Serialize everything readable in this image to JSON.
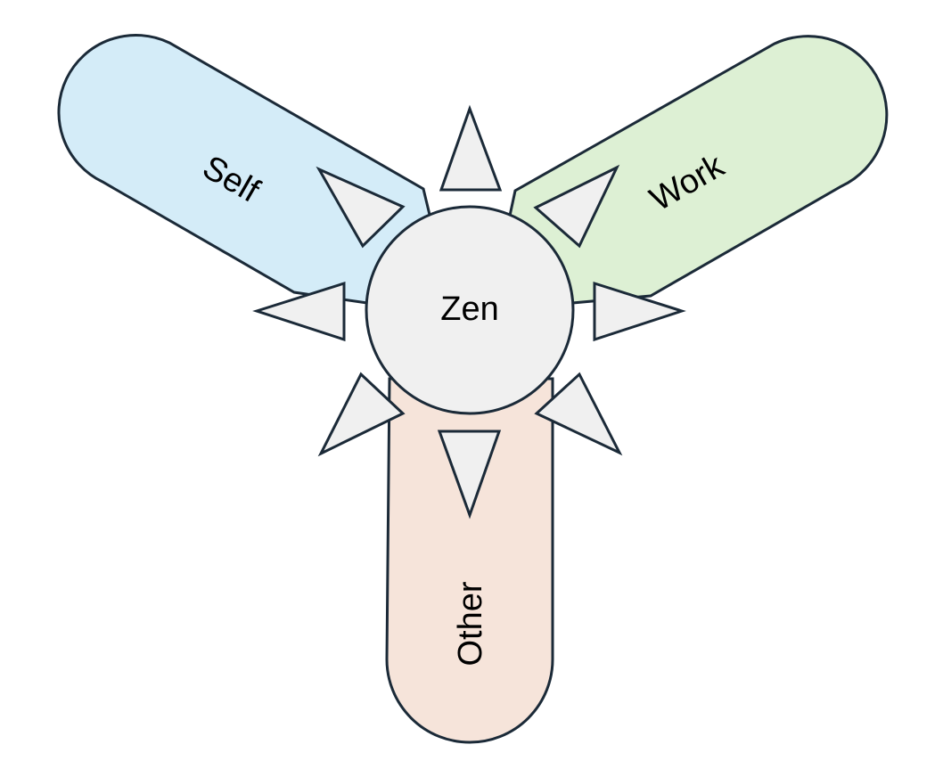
{
  "diagram": {
    "center": {
      "label": "Zen",
      "color": "#f0f0f0"
    },
    "petals": [
      {
        "id": "self",
        "label": "Self",
        "color": "#d4ecf8"
      },
      {
        "id": "work",
        "label": "Work",
        "color": "#ddf0d4"
      },
      {
        "id": "other",
        "label": "Other",
        "color": "#f6e4da"
      }
    ],
    "arrow_color": "#f0f0f0",
    "outline_color": "#1b2a38"
  }
}
